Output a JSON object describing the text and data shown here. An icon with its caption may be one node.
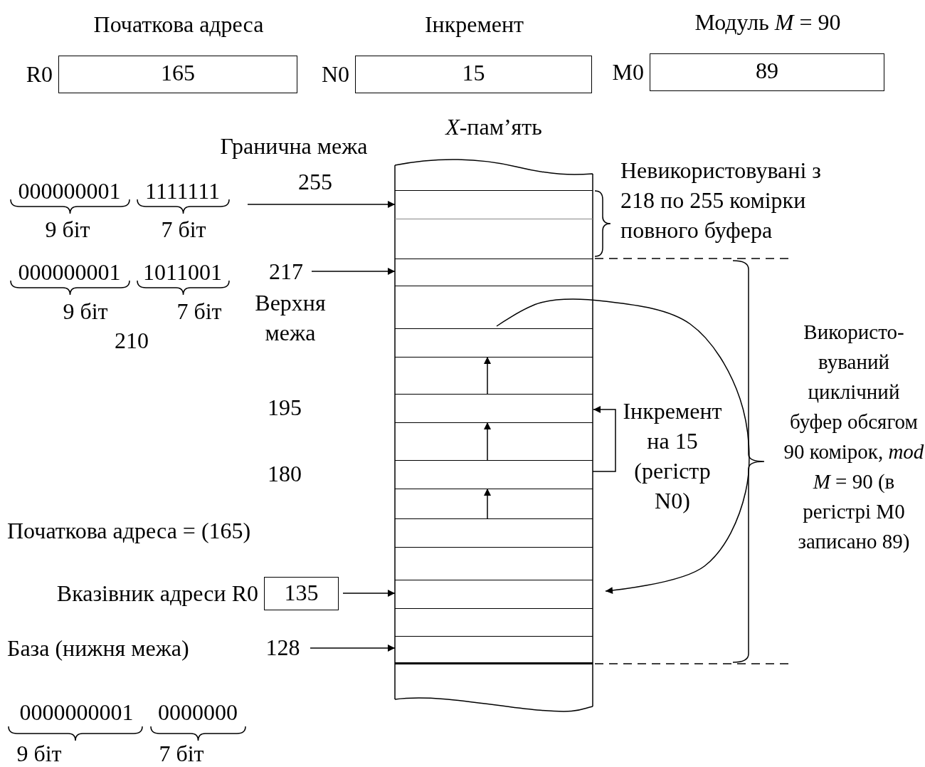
{
  "diagram": {
    "nodes": [
      {
        "text": [
          "Початкова адреса",
          "165"
        ],
        "beside": [
          "R0"
        ]
      },
      {
        "text": [
          "Інкремент",
          "15"
        ],
        "beside": [
          "N0"
        ]
      },
      {
        "text": [
          "Модуль *M* = 90",
          "89"
        ],
        "beside": [
          "M0"
        ]
      },
      {
        "text": [
          "*X*-пам’ять"
        ]
      },
      {
        "text": [],
        "shape": "box",
        "in": 3
      },
      {
        "text": [],
        "shape": "box",
        "in": 3
      },
      {
        "text": [],
        "shape": "box",
        "in": 3
      },
      {
        "text": [],
        "shape": "box",
        "in": 3
      },
      {
        "text": [],
        "shape": "box",
        "in": 3
      },
      {
        "text": [],
        "shape": "box",
        "in": 3
      },
      {
        "text": [],
        "shape": "box",
        "in": 3
      },
      {
        "text": [],
        "shape": "box",
        "in": 3
      },
      {
        "text": [],
        "shape": "box",
        "in": 3
      },
      {
        "text": [],
        "shape": "box",
        "in": 3
      },
      {
        "text": [],
        "shape": "box",
        "in": 3
      },
      {
        "text": [],
        "shape": "box",
        "in": 3
      },
      {
        "text": [],
        "shape": "box",
        "in": 3
      },
      {
        "text": [],
        "shape": "box",
        "in": 3
      },
      {
        "text": [],
        "shape": "box",
        "in": 3
      },
      {
        "text": [
          "217"
        ]
      },
      {
        "text": [
          "135"
        ],
        "beside": [
          "Вказівник адреси R0"
        ]
      },
      {
        "text": [
          "128"
        ]
      }
    ],
    "edges": [
      {
        "from": null,
        "to": 4,
        "arrow": "to"
      },
      {
        "from": 19,
        "to": 6,
        "arrow": "to"
      },
      {
        "from": 13,
        "to": 12,
        "arrow": "to"
      },
      {
        "from": 11,
        "to": 10,
        "arrow": "to"
      },
      {
        "from": 9,
        "to": 8,
        "arrow": "to"
      },
      {
        "from": 12,
        "to": 10,
        "arrow": "to"
      },
      {
        "from": 7,
        "to": 16,
        "arrow": "to"
      },
      {
        "from": 20,
        "to": 16,
        "arrow": "to"
      },
      {
        "from": 21,
        "to": 18,
        "arrow": "to"
      }
    ],
    "labels": [
      "Гранична межа",
      "000000001",
      "1111111",
      "255",
      "Невикористовувані з 218 по 255 комірки повного буфера",
      "9 біт",
      "7 біт",
      "000000001",
      "1011001",
      "9 біт",
      "7 біт",
      "Верхня межа",
      "210",
      "Використо- вуваний циклічний буфер обсягом 90 комірок, *mod M* = 90 (в регістрі M0 записано 89)",
      "195",
      "Інкремент на 15 (регістр N0)",
      "180",
      "Початкова адреса = (165)",
      "База (нижня межа)",
      "0000000001",
      "0000000",
      "9 біт",
      "7 біт"
    ]
  }
}
